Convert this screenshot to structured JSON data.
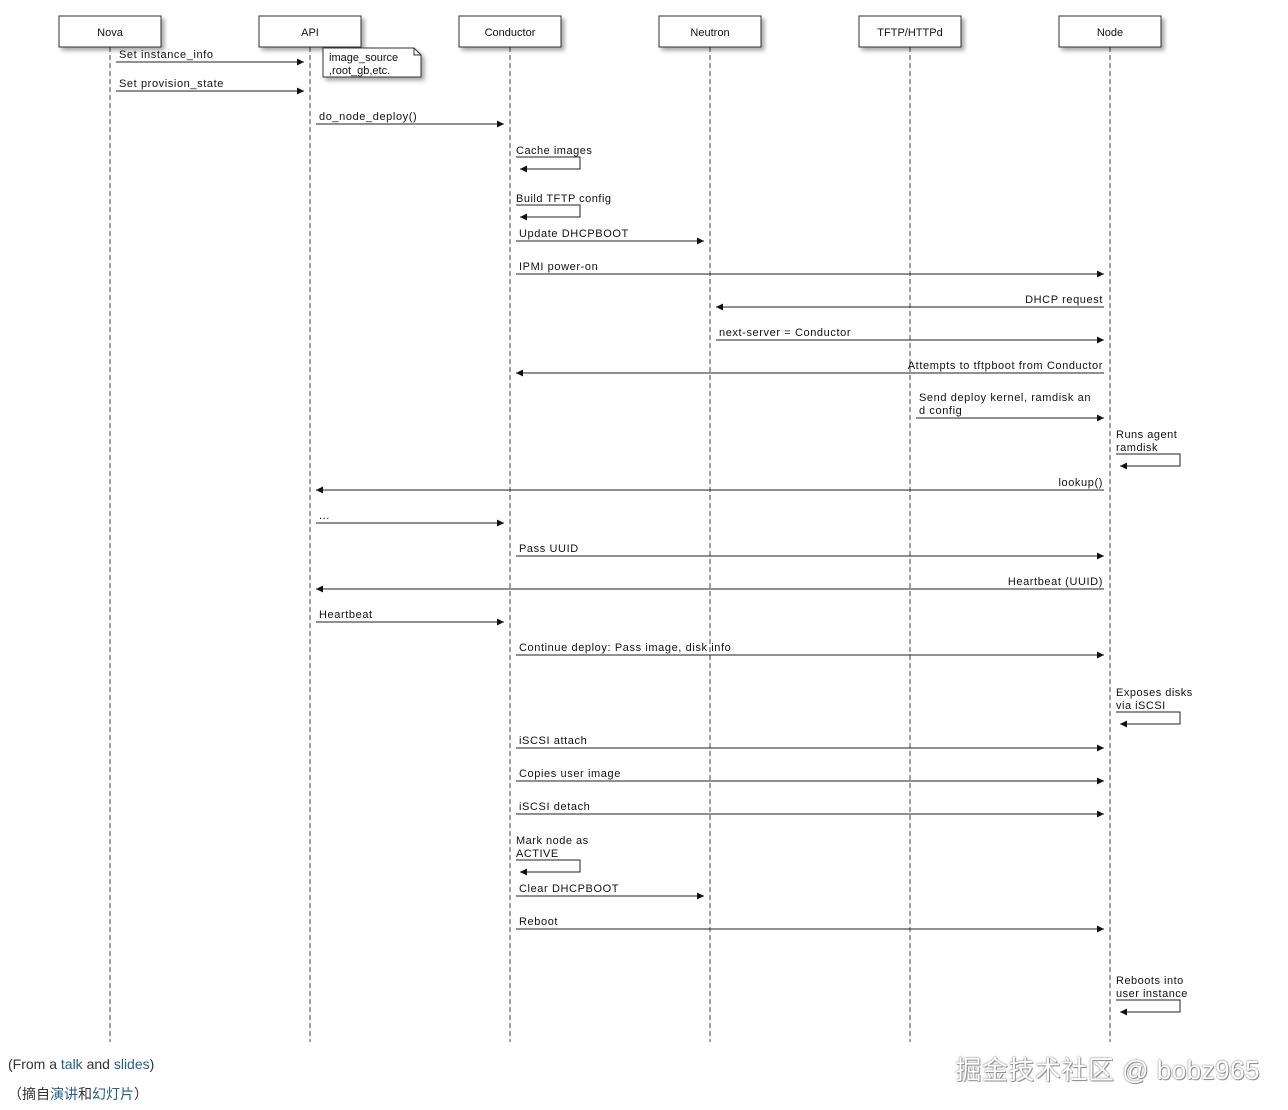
{
  "participants": [
    "Nova",
    "API",
    "Conductor",
    "Neutron",
    "TFTP/HTTPd",
    "Node"
  ],
  "note": {
    "line1": "image_source",
    "line2": ",root_gb,etc."
  },
  "messages": [
    {
      "type": "msg",
      "from": 0,
      "to": 1,
      "label": [
        "Set instance_info"
      ]
    },
    {
      "type": "msg",
      "from": 0,
      "to": 1,
      "label": [
        "Set provision_state"
      ]
    },
    {
      "type": "msg",
      "from": 1,
      "to": 2,
      "label": [
        "do_node_deploy()"
      ]
    },
    {
      "type": "self",
      "at": 2,
      "label": [
        "Cache images"
      ]
    },
    {
      "type": "self",
      "at": 2,
      "label": [
        "Build TFTP config"
      ]
    },
    {
      "type": "msg",
      "from": 2,
      "to": 3,
      "label": [
        "Update DHCPBOOT"
      ]
    },
    {
      "type": "msg",
      "from": 2,
      "to": 5,
      "label": [
        "IPMI power-on"
      ]
    },
    {
      "type": "msg",
      "from": 5,
      "to": 3,
      "label": [
        "DHCP request"
      ]
    },
    {
      "type": "msg",
      "from": 3,
      "to": 5,
      "label": [
        "next-server = Conductor"
      ]
    },
    {
      "type": "msg",
      "from": 5,
      "to": 2,
      "label": [
        "Attempts to tftpboot from Conductor"
      ]
    },
    {
      "type": "msg",
      "from": 4,
      "to": 5,
      "label": [
        "Send deploy kernel, ramdisk an",
        "d config"
      ]
    },
    {
      "type": "self",
      "at": 5,
      "label": [
        "Runs agent",
        "ramdisk"
      ]
    },
    {
      "type": "msg",
      "from": 5,
      "to": 1,
      "label": [
        "lookup()"
      ]
    },
    {
      "type": "msg",
      "from": 1,
      "to": 2,
      "label": [
        "..."
      ]
    },
    {
      "type": "msg",
      "from": 2,
      "to": 5,
      "label": [
        "Pass UUID"
      ]
    },
    {
      "type": "msg",
      "from": 5,
      "to": 1,
      "label": [
        "Heartbeat (UUID)"
      ]
    },
    {
      "type": "msg",
      "from": 1,
      "to": 2,
      "label": [
        "Heartbeat"
      ]
    },
    {
      "type": "msg",
      "from": 2,
      "to": 5,
      "label": [
        "Continue deploy: Pass image, disk info"
      ]
    },
    {
      "type": "self",
      "at": 5,
      "label": [
        "Exposes disks",
        "via iSCSI"
      ]
    },
    {
      "type": "msg",
      "from": 2,
      "to": 5,
      "label": [
        "iSCSI attach"
      ]
    },
    {
      "type": "msg",
      "from": 2,
      "to": 5,
      "label": [
        "Copies user image"
      ]
    },
    {
      "type": "msg",
      "from": 2,
      "to": 5,
      "label": [
        "iSCSI detach"
      ]
    },
    {
      "type": "self",
      "at": 2,
      "label": [
        "Mark node as",
        "ACTIVE"
      ]
    },
    {
      "type": "msg",
      "from": 2,
      "to": 3,
      "label": [
        "Clear DHCPBOOT"
      ]
    },
    {
      "type": "msg",
      "from": 2,
      "to": 5,
      "label": [
        "Reboot"
      ]
    },
    {
      "type": "self",
      "at": 5,
      "label": [
        "Reboots into",
        "user instance"
      ]
    }
  ],
  "caption1": {
    "prefix": "(From a ",
    "link1": "talk",
    "middle": " and ",
    "link2": "slides",
    "suffix": ")"
  },
  "caption2": {
    "prefix": "（摘自",
    "link1": "演讲",
    "middle": "和",
    "link2": "幻灯片",
    "suffix": "）"
  },
  "watermark": "掘金技术社区 @ bobz965"
}
